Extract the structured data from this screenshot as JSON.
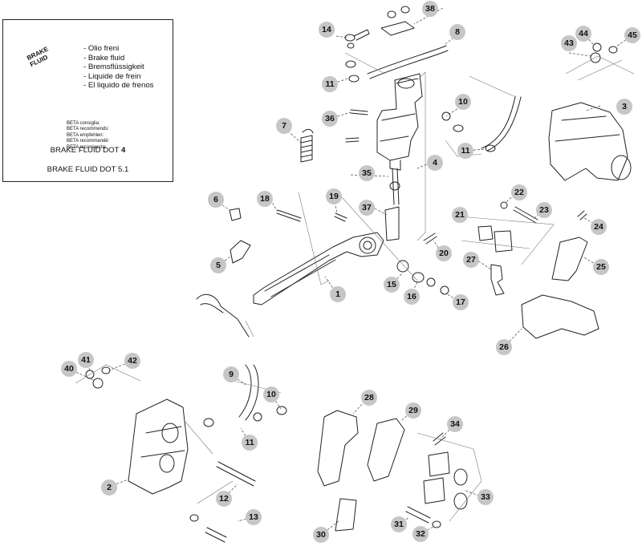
{
  "legend": {
    "can_label": [
      "BRAKE",
      "FLUID"
    ],
    "fluids": [
      "- Olio freni",
      "- Brake fluid",
      "- Bremsflüssigkeit",
      "- Liquide de frein",
      "- El liquido de frenos"
    ],
    "recommend": [
      "BETA consiglia:",
      "BETA recommends:",
      "BETA empfehlen:",
      "BETA recommandé:",
      "BETA recomienda:"
    ],
    "dot4_prefix": "BRAKE FLUID DOT ",
    "dot4_num": "4",
    "dot51": "BRAKE FLUID DOT 5.1"
  },
  "callouts": [
    {
      "id": "c1",
      "text": "1"
    },
    {
      "id": "c2",
      "text": "2"
    },
    {
      "id": "c3",
      "text": "3"
    },
    {
      "id": "c4",
      "text": "4"
    },
    {
      "id": "c5",
      "text": "5"
    },
    {
      "id": "c6",
      "text": "6"
    },
    {
      "id": "c7",
      "text": "7"
    },
    {
      "id": "c8",
      "text": "8"
    },
    {
      "id": "c9",
      "text": "9"
    },
    {
      "id": "c10a",
      "text": "10"
    },
    {
      "id": "c10b",
      "text": "10"
    },
    {
      "id": "c11a",
      "text": "11"
    },
    {
      "id": "c11b",
      "text": "11"
    },
    {
      "id": "c11c",
      "text": "11"
    },
    {
      "id": "c12",
      "text": "12"
    },
    {
      "id": "c13",
      "text": "13"
    },
    {
      "id": "c14",
      "text": "14"
    },
    {
      "id": "c15",
      "text": "15"
    },
    {
      "id": "c16",
      "text": "16"
    },
    {
      "id": "c17",
      "text": "17"
    },
    {
      "id": "c18",
      "text": "18"
    },
    {
      "id": "c19",
      "text": "19"
    },
    {
      "id": "c20",
      "text": "20"
    },
    {
      "id": "c21",
      "text": "21"
    },
    {
      "id": "c22",
      "text": "22"
    },
    {
      "id": "c23",
      "text": "23"
    },
    {
      "id": "c24",
      "text": "24"
    },
    {
      "id": "c25",
      "text": "25"
    },
    {
      "id": "c26",
      "text": "26"
    },
    {
      "id": "c27",
      "text": "27"
    },
    {
      "id": "c28",
      "text": "28"
    },
    {
      "id": "c29",
      "text": "29"
    },
    {
      "id": "c30",
      "text": "30"
    },
    {
      "id": "c31",
      "text": "31"
    },
    {
      "id": "c32",
      "text": "32"
    },
    {
      "id": "c33",
      "text": "33"
    },
    {
      "id": "c34",
      "text": "34"
    },
    {
      "id": "c35",
      "text": "35"
    },
    {
      "id": "c36",
      "text": "36"
    },
    {
      "id": "c37",
      "text": "37"
    },
    {
      "id": "c38",
      "text": "38"
    },
    {
      "id": "c40",
      "text": "40"
    },
    {
      "id": "c41",
      "text": "41"
    },
    {
      "id": "c42",
      "text": "42"
    },
    {
      "id": "c43",
      "text": "43"
    },
    {
      "id": "c44",
      "text": "44"
    },
    {
      "id": "c45",
      "text": "45"
    }
  ]
}
